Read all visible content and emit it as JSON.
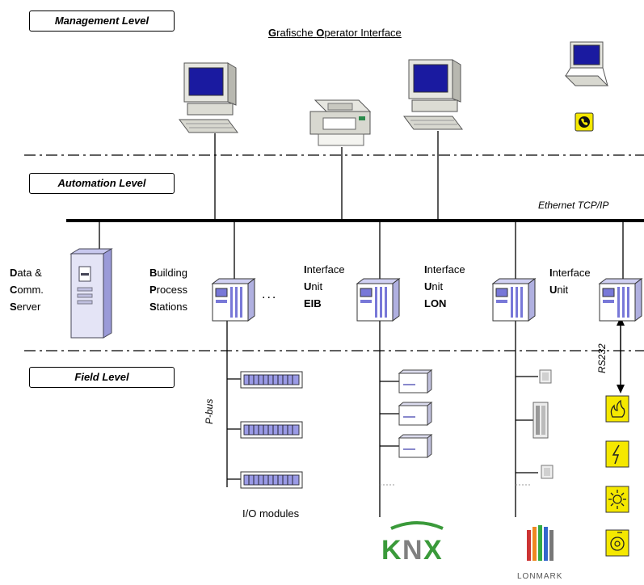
{
  "levels": {
    "management": "Management Level",
    "automation": "Automation Level",
    "field": "Field Level"
  },
  "title": {
    "cap_g": "G",
    "rest_g": "rafische ",
    "cap_o": "O",
    "rest_o": "perator Interface"
  },
  "network_label": "Ethernet TCP/IP",
  "server_label": {
    "l1_cap": "D",
    "l1_rest": "ata &",
    "l2_cap": "C",
    "l2_rest": "omm.",
    "l3_cap": "S",
    "l3_rest": "erver"
  },
  "bps_label": {
    "l1_cap": "B",
    "l1_rest": "uilding",
    "l2_cap": "P",
    "l2_rest": "rocess",
    "l3_cap": "S",
    "l3_rest": "tations"
  },
  "ellipsis": "...",
  "iu_eib": {
    "l1_cap": "I",
    "l1_rest": "nterface",
    "l2_cap": "U",
    "l2_rest": "nit",
    "l3": "EIB"
  },
  "iu_lon": {
    "l1_cap": "I",
    "l1_rest": "nterface",
    "l2_cap": "U",
    "l2_rest": "nit",
    "l3": "LON"
  },
  "iu_rs": {
    "l1_cap": "I",
    "l1_rest": "nterface",
    "l2_cap": "U",
    "l2_rest": "nit"
  },
  "pbus_label": "P-bus",
  "rs232_label": "RS232",
  "io_modules_label": "I/O modules",
  "knx_logo": "KNX",
  "lonmark_logo": "LONMARK",
  "colors": {
    "screen_blue": "#1a1aa0",
    "module_blue": "#7878d8",
    "pc_beige": "#e6e6e0",
    "knx_green": "#3a9a3a",
    "knx_gray": "#808080",
    "device_yellow": "#f5e800"
  },
  "icons": [
    "computer-icon",
    "printer-icon",
    "laptop-icon",
    "phone-icon",
    "server-tower-icon",
    "process-station-icon",
    "io-module-icon",
    "eib-device-icon",
    "lon-device-icon",
    "fire-detector-icon",
    "electric-icon",
    "light-icon",
    "fan-icon"
  ]
}
